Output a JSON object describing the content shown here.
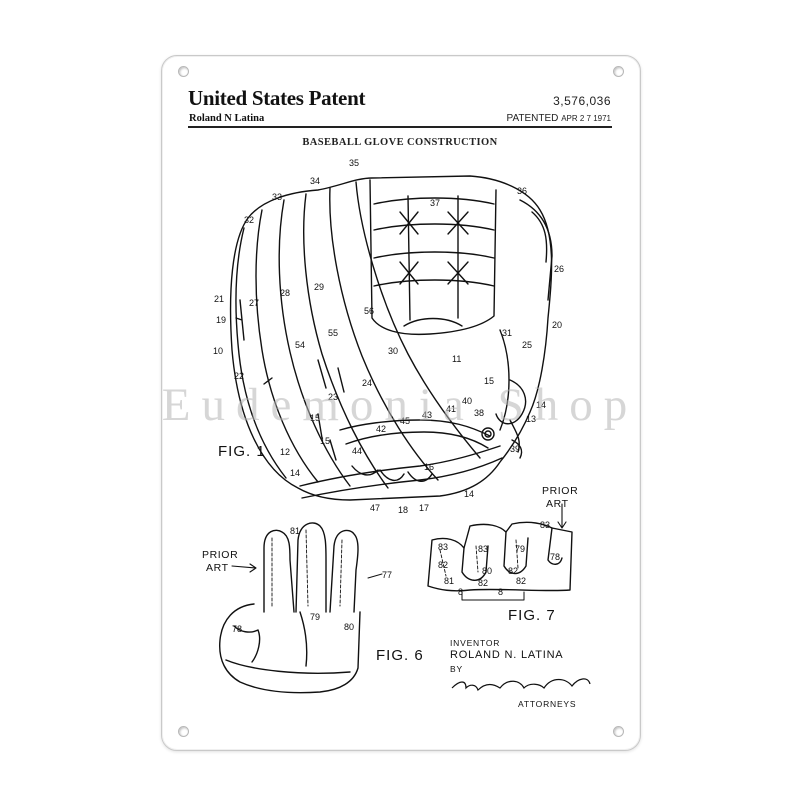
{
  "header": {
    "title": "United States Patent",
    "inventor": "Roland N Latina",
    "patent_number": "3,576,036",
    "patented_label": "PATENTED",
    "patented_date": "APR 2 7 1971"
  },
  "subtitle": "BASEBALL GLOVE CONSTRUCTION",
  "figures": {
    "fig1": "FIG. 1",
    "fig6": "FIG. 6",
    "fig7": "FIG. 7",
    "prior_art_left": [
      "PRIOR",
      "ART"
    ],
    "prior_art_right": [
      "PRIOR",
      "ART"
    ]
  },
  "fig1_labels": [
    "35",
    "34",
    "33",
    "36",
    "37",
    "32",
    "26",
    "21",
    "27",
    "28",
    "29",
    "19",
    "56",
    "55",
    "20",
    "31",
    "10",
    "54",
    "30",
    "25",
    "11",
    "22",
    "24",
    "15",
    "14",
    "23",
    "15",
    "40",
    "41",
    "38",
    "43",
    "13",
    "45",
    "42",
    "15",
    "44",
    "16",
    "39",
    "12",
    "14",
    "14",
    "47",
    "18",
    "17"
  ],
  "fig6_labels": [
    "81",
    "77",
    "79",
    "78",
    "80"
  ],
  "fig7_labels": [
    "83",
    "83",
    "83",
    "79",
    "78",
    "82",
    "80",
    "82",
    "81",
    "82",
    "82",
    "8",
    "8"
  ],
  "inventor_block": {
    "role": "INVENTOR",
    "name": "ROLAND N. LATINA",
    "by": "BY",
    "attorneys": "ATTORNEYS"
  },
  "watermark": "Eudemonia Shop"
}
